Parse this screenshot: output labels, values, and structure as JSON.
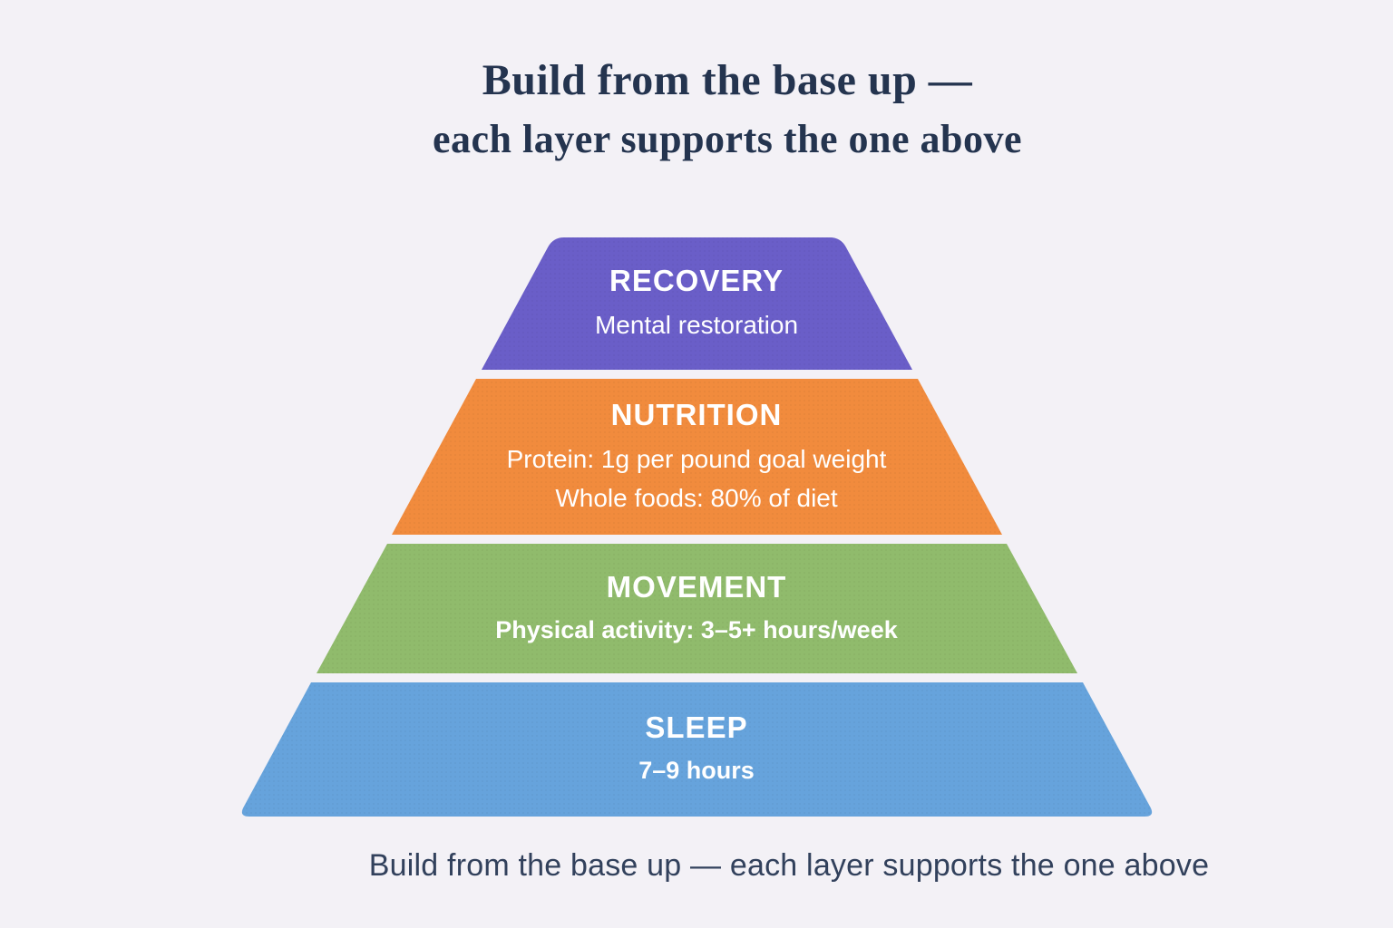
{
  "header": {
    "line1": "Build from the base up —",
    "line2": "each layer supports the one above"
  },
  "footer": {
    "caption": "Build from the base up — each layer supports the one above"
  },
  "colors": {
    "background": "#f3f1f6",
    "title_text": "#24344f",
    "caption_text": "#32415c",
    "layer_text": "#ffffff"
  },
  "pyramid": {
    "layers": [
      {
        "name": "recovery",
        "label": "RECOVERY",
        "sublines": [
          "Mental restoration"
        ],
        "color": "#6a5ec8"
      },
      {
        "name": "nutrition",
        "label": "NUTRITION",
        "sublines": [
          "Protein: 1g per pound goal weight",
          "Whole foods: 80% of diet"
        ],
        "color": "#f18b3d"
      },
      {
        "name": "movement",
        "label": "MOVEMENT",
        "sublines": [
          "Physical activity: 3–5+ hours/week"
        ],
        "color": "#90bb6c"
      },
      {
        "name": "sleep",
        "label": "SLEEP",
        "sublines": [
          "7–9 hours"
        ],
        "color": "#66a3dc"
      }
    ]
  }
}
